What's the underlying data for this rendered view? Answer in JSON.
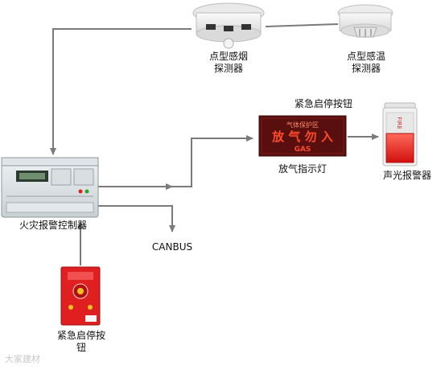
{
  "devices": {
    "smoke_detector": {
      "label": "点型感烟\n探测器"
    },
    "heat_detector": {
      "label": "点型感温\n探测器"
    },
    "controller": {
      "label": "火灾报警控制器"
    },
    "emergency_button_top": {
      "label": "紧急启停按钮"
    },
    "emergency_button_bottom": {
      "label": "紧急启停按\n钮"
    },
    "gas_indicator": {
      "label": "放气指示灯",
      "panel_top_text": "气体保护区",
      "panel_main_text": "放 气 勿 入",
      "panel_sub_text": "GAS"
    },
    "sounder": {
      "label": "声光报警器",
      "panel_text": "FIRE"
    }
  },
  "bus": {
    "label": "CANBUS"
  },
  "watermark": "大家建材",
  "colors": {
    "line": "#7a7a7a",
    "red": "#e02020",
    "panel_red": "#ff4a2a",
    "panel_bg": "#5a0f0f"
  }
}
